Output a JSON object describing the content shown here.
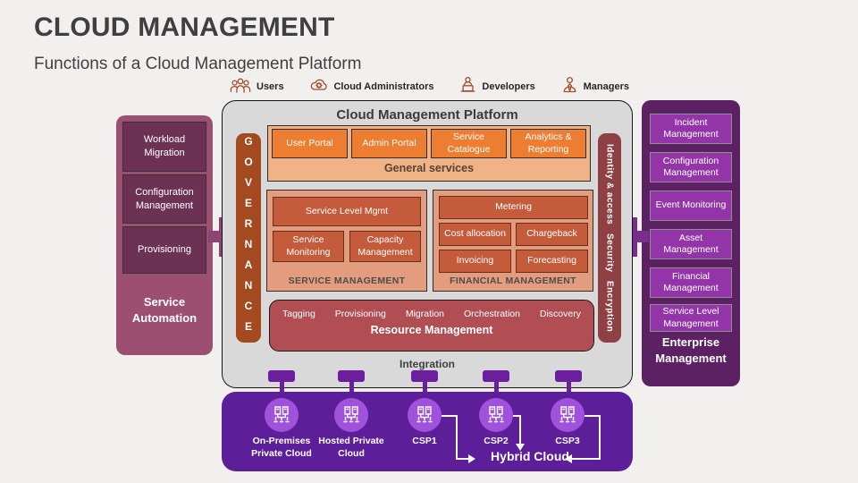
{
  "slide": {
    "title": "CLOUD MANAGEMENT",
    "subtitle": "Functions of a Cloud Management Platform"
  },
  "actors": [
    {
      "label": "Users",
      "icon": "users-icon"
    },
    {
      "label": "Cloud Administrators",
      "icon": "cloud-admin-icon"
    },
    {
      "label": "Developers",
      "icon": "developer-icon"
    },
    {
      "label": "Managers",
      "icon": "manager-icon"
    }
  ],
  "platform": {
    "title": "Cloud Management Platform",
    "governance_label": "GOVERNANCE",
    "security_bar": [
      "Identity & access",
      "Security",
      "Encryption"
    ],
    "general_services": {
      "label": "General services",
      "items": [
        "User Portal",
        "Admin Portal",
        "Service Catalogue",
        "Analytics & Reporting"
      ]
    },
    "service_management": {
      "label": "SERVICE MANAGEMENT",
      "wide_item": "Service Level Mgmt",
      "items": [
        "Service Monitoring",
        "Capacity Management"
      ]
    },
    "financial_management": {
      "label": "FINANCIAL MANAGEMENT",
      "wide_item": "Metering",
      "items": [
        "Cost allocation",
        "Chargeback",
        "Invoicing",
        "Forecasting"
      ]
    },
    "resource_management": {
      "label": "Resource Management",
      "items": [
        "Tagging",
        "Provisioning",
        "Migration",
        "Orchestration",
        "Discovery"
      ]
    },
    "integration_label": "Integration"
  },
  "service_automation": {
    "label": "Service Automation",
    "items": [
      "Workload Migration",
      "Configuration Management",
      "Provisioning"
    ]
  },
  "enterprise_management": {
    "label": "Enterprise Management",
    "items": [
      "Incident Management",
      "Configuration Management",
      "Event Monitoring",
      "Asset Management",
      "Financial Management",
      "Service Level Management"
    ]
  },
  "clouds": {
    "items": [
      "On-Premises Private Cloud",
      "Hosted Private Cloud",
      "CSP1",
      "CSP2",
      "CSP3"
    ],
    "hybrid_label": "Hybrid Cloud"
  },
  "colors": {
    "platform_bg": "#d9d9d9",
    "orange": "#ed7d31",
    "peach": "#f0b387",
    "salmon": "#e49c7e",
    "terracotta": "#c45c3c",
    "rust": "#a34a21",
    "maroon": "#8e4045",
    "dusty_red": "#b04e54",
    "mauve": "#9d4f72",
    "plum": "#6d3253",
    "dark_purple": "#5c2162",
    "bright_purple": "#9335a8",
    "violet": "#5c1e99",
    "connector_purple": "#6b1f9e"
  }
}
